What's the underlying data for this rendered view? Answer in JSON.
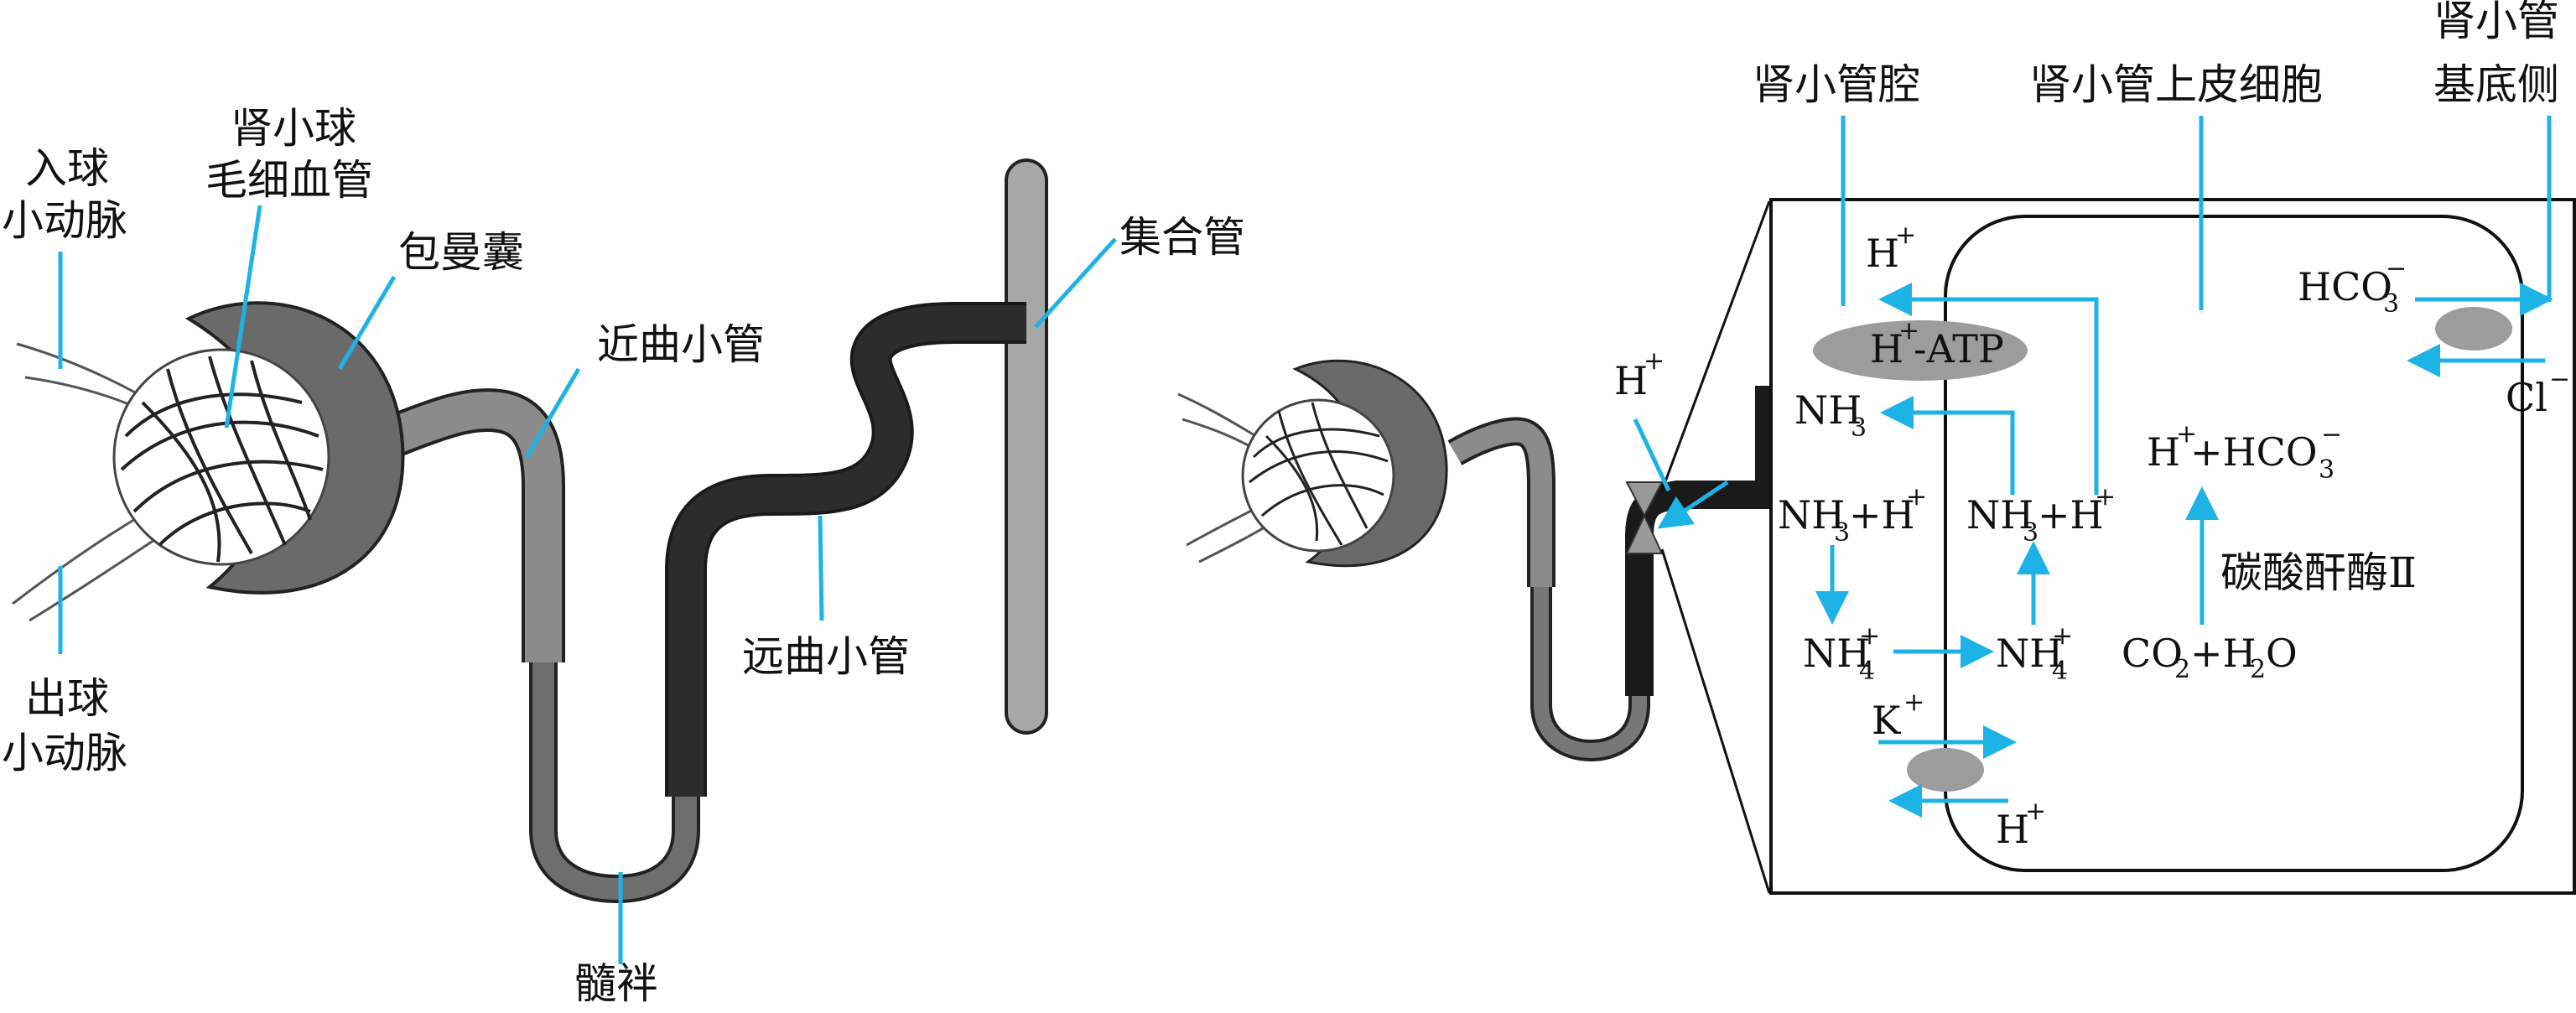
{
  "left_labels": {
    "afferent_arteriole": [
      "入球",
      "小动脉"
    ],
    "glomerulus_capillary": [
      "肾小球",
      "毛细血管"
    ],
    "bowman_capsule": "包曼囊",
    "proximal_tubule": "近曲小管",
    "collecting_duct": "集合管",
    "distal_tubule": "远曲小管",
    "efferent_arteriole": [
      "出球",
      "小动脉"
    ],
    "loop_of_henle": "髓袢"
  },
  "right_labels": {
    "tubule_lumen": "肾小管腔",
    "tubule_epithelium": "肾小管上皮细胞",
    "basolateral": [
      "肾小管",
      "基底侧"
    ]
  },
  "chem": {
    "h": "H",
    "plus": "+",
    "atp_suffix": "-ATP",
    "hco3_main": "HCO",
    "hco3_sub": "3",
    "minus": "−",
    "cl": "Cl",
    "nh": "NH",
    "sub3": "3",
    "sub4": "4",
    "h_plus_sep": "+H",
    "h_plus_hco": "+HCO",
    "co2": "CO",
    "sub2": "2",
    "plus_h2o": "+H",
    "o": "O",
    "k": "K",
    "enzyme": "碳酸酐酶Ⅱ"
  },
  "colors": {
    "arrow_blue": "#1EB3E6",
    "dark_tube": "#2a2a2a",
    "mid_tube": "#6e6e6e",
    "light_tube": "#a7a7a7",
    "transporter": "#9c9c9c"
  }
}
